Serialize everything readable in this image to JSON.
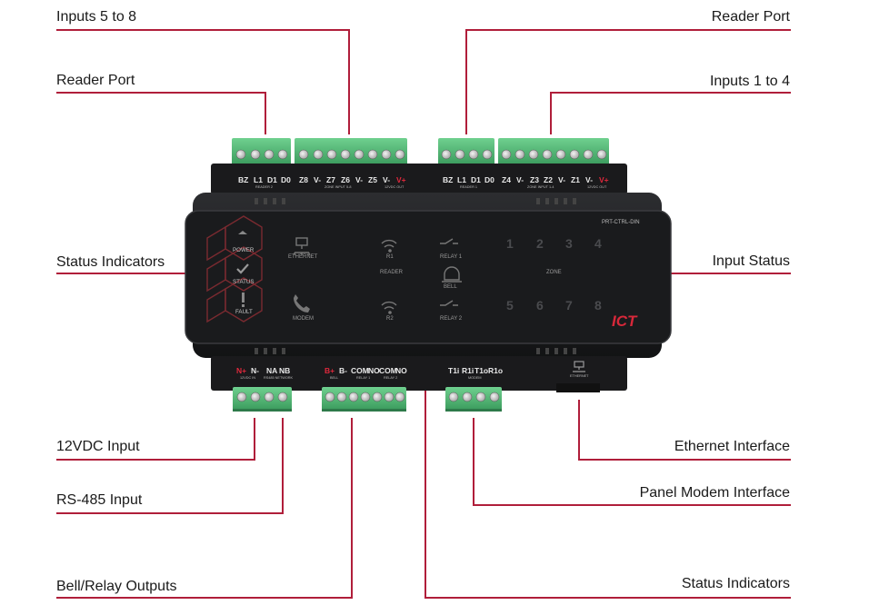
{
  "callouts": {
    "inputs_5_8": "Inputs 5 to 8",
    "reader_port_left": "Reader Port",
    "status_indicators_left": "Status Indicators",
    "vdc_input": "12VDC Input",
    "rs485_input": "RS-485 Input",
    "bell_relay_outputs": "Bell/Relay Outputs",
    "reader_port_right": "Reader Port",
    "inputs_1_4": "Inputs 1 to 4",
    "input_status": "Input Status",
    "ethernet_interface": "Ethernet Interface",
    "panel_modem_interface": "Panel Modem Interface",
    "status_indicators_right": "Status Indicators"
  },
  "device": {
    "model": "PRT-CTRL-DIN",
    "brand": "ICT",
    "top_left_terminals": [
      "BZ",
      "L1",
      "D1",
      "D0",
      "Z8",
      "V-",
      "Z7",
      "Z6",
      "V-",
      "Z5",
      "V-",
      "V+"
    ],
    "top_left_sublabels": [
      "READER 2",
      "ZONE INPUT 5-8",
      "12VDC OUT"
    ],
    "top_right_terminals": [
      "BZ",
      "L1",
      "D1",
      "D0",
      "Z4",
      "V-",
      "Z3",
      "Z2",
      "V-",
      "Z1",
      "V-",
      "V+"
    ],
    "top_right_sublabels": [
      "READER 1",
      "ZONE INPUT 1-4",
      "12VDC OUT"
    ],
    "bottom_terminals": [
      "N+",
      "N-",
      "NA",
      "NB",
      "B+",
      "B-",
      "COM",
      "NO",
      "COM",
      "NO",
      "T1i",
      "R1i",
      "T1o",
      "R1o"
    ],
    "bottom_sublabels": [
      "12VDC IN",
      "RS485 NETWORK",
      "BELL",
      "RELAY 1",
      "RELAY 2",
      "MODEM",
      "ETHERNET"
    ],
    "status_labels": [
      "POWER",
      "STATUS",
      "FAULT"
    ],
    "indicator_labels": {
      "ethernet": "ETHERNET",
      "r1": "R1",
      "relay1": "RELAY 1",
      "reader": "READER",
      "bell": "BELL",
      "modem": "MODEM",
      "r2": "R2",
      "relay2": "RELAY 2",
      "zone": "ZONE"
    },
    "zones_top": [
      "1",
      "2",
      "3",
      "4"
    ],
    "zones_bottom": [
      "5",
      "6",
      "7",
      "8"
    ]
  },
  "colors": {
    "accent_line": "#b01e3a",
    "terminal_green": "#4caf72",
    "body_dark": "#1c1d1f"
  }
}
